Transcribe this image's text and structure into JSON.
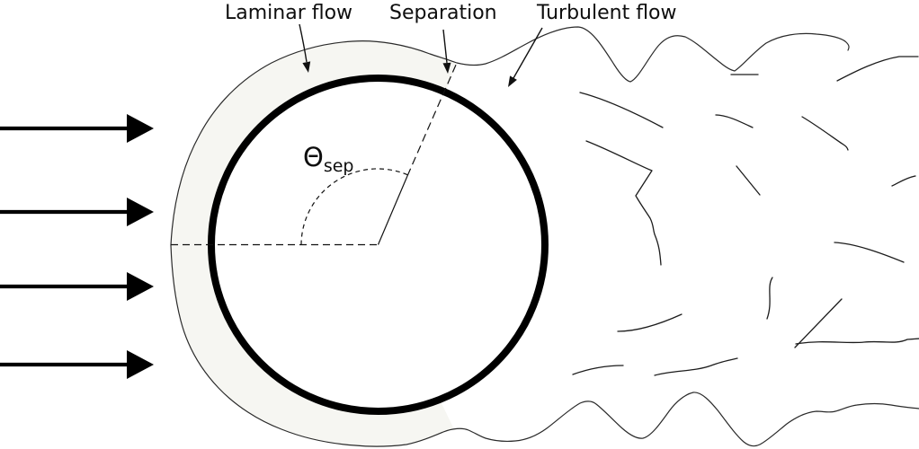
{
  "diagram": {
    "labels": {
      "laminar_flow": "Laminar flow",
      "separation": "Separation",
      "turbulent_flow": "Turbulent flow",
      "separation_angle": {
        "symbol": "Θ",
        "subscript": "sep"
      }
    },
    "colors": {
      "ink": "#000000",
      "boundary_layer_fill": "#f6f6f2",
      "hairline": "#2a2a2a"
    },
    "incoming_flow_arrow_count": 4
  }
}
